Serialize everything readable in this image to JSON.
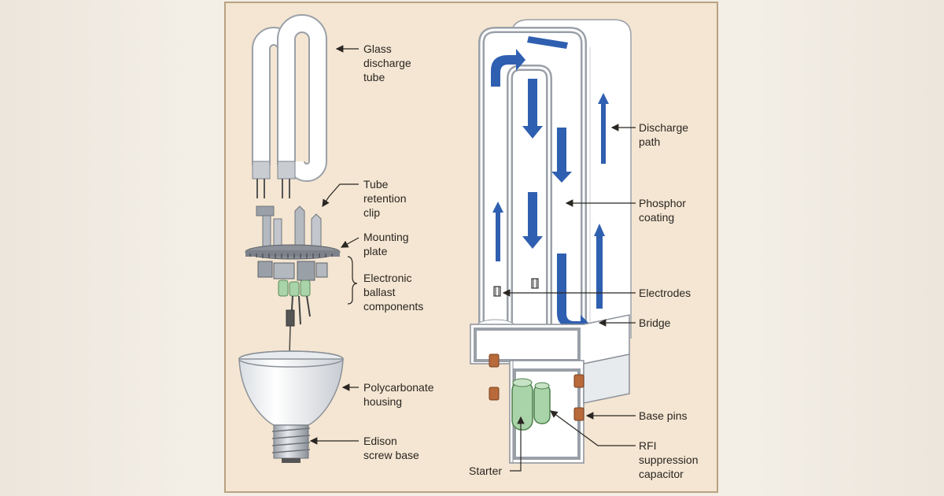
{
  "labels": {
    "glass_discharge_tube": [
      "Glass",
      "discharge",
      "tube"
    ],
    "tube_retention_clip": [
      "Tube",
      "retention",
      "clip"
    ],
    "mounting_plate": [
      "Mounting",
      "plate"
    ],
    "electronic_ballast_components": [
      "Electronic",
      "ballast",
      "components"
    ],
    "polycarbonate_housing": [
      "Polycarbonate",
      "housing"
    ],
    "edison_screw_base": [
      "Edison",
      "screw base"
    ],
    "discharge_path": [
      "Discharge",
      "path"
    ],
    "phosphor_coating": [
      "Phosphor",
      "coating"
    ],
    "electrodes": [
      "Electrodes"
    ],
    "bridge": [
      "Bridge"
    ],
    "base_pins": [
      "Base pins"
    ],
    "rfi_suppression_capacitor": [
      "RFI",
      "suppression",
      "capacitor"
    ],
    "starter": [
      "Starter"
    ]
  },
  "colors": {
    "panel_bg": "#f4e6d2",
    "panel_border": "#b8a282",
    "tube_fill": "#ffffff",
    "tube_outline": "#9aa0a8",
    "arrow_blue": "#2f5fb0",
    "pin_copper": "#b86a3a",
    "capacitor_green": "#a9d3a8",
    "plate_gray": "#8c9199",
    "leader_line": "#2a2622"
  }
}
